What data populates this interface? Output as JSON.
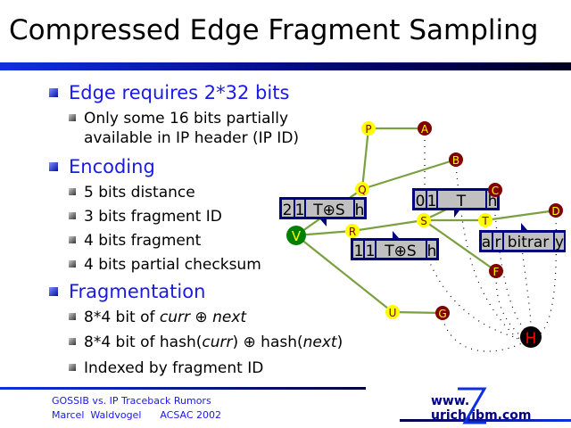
{
  "title": "Compressed Edge Fragment Sampling",
  "bullets": [
    {
      "text": "Edge requires 2*32 bits",
      "sub": [
        "Only some 16 bits partially",
        "available in IP header (IP ID)"
      ]
    },
    {
      "text": "Encoding",
      "sub": [
        "5 bits distance",
        "3 bits fragment ID",
        "4 bits fragment",
        "4 bits partial checksum"
      ]
    },
    {
      "text": "Fragmentation",
      "sub_parts": [
        [
          "8*4 bit of ",
          "curr",
          " ⊕ ",
          "next",
          ""
        ],
        [
          "8*4 bit of hash(",
          "curr",
          ") ⊕ hash(",
          "next",
          ")"
        ],
        [
          "Indexed by fragment ID",
          "",
          "",
          "",
          ""
        ]
      ]
    }
  ],
  "diagram": {
    "nodes": {
      "P": "P",
      "A": "A",
      "B": "B",
      "C": "C",
      "Q": "Q",
      "V": "V",
      "R": "R",
      "S": "S",
      "T": "T",
      "D": "D",
      "F": "F",
      "U": "U",
      "G": "G",
      "H": "H"
    },
    "packets": [
      [
        "2",
        "1",
        "T⊕S",
        "h"
      ],
      [
        "0",
        "1",
        "T",
        "h"
      ],
      [
        "1",
        "1",
        "T⊕S",
        "h"
      ],
      [
        "a",
        "r",
        "bitrar",
        "y"
      ]
    ]
  },
  "footer": {
    "line1": "GOSSIB vs. IP Traceback Rumors",
    "line2": "Marcel  Waldvogel      ACSAC 2002",
    "url": "www.  urich.ibm.com",
    "logo_letter": "Z"
  }
}
